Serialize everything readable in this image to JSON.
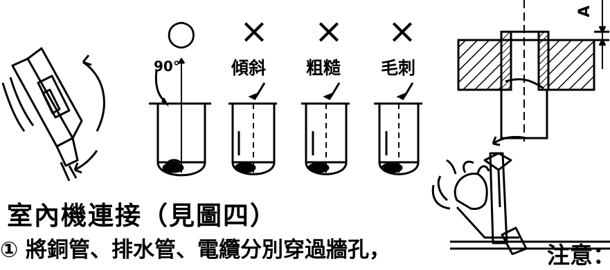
{
  "figure": {
    "marks": [
      "○",
      "×",
      "×",
      "×"
    ],
    "captions": [
      "傾斜",
      "粗糙",
      "毛刺"
    ],
    "angle_label": "90°",
    "dimension_label": "A"
  },
  "text": {
    "heading": "室內機連接（見圖四）",
    "item1": "① 將銅管、排水管、電纜分別穿過牆孔，",
    "note": "注意："
  }
}
